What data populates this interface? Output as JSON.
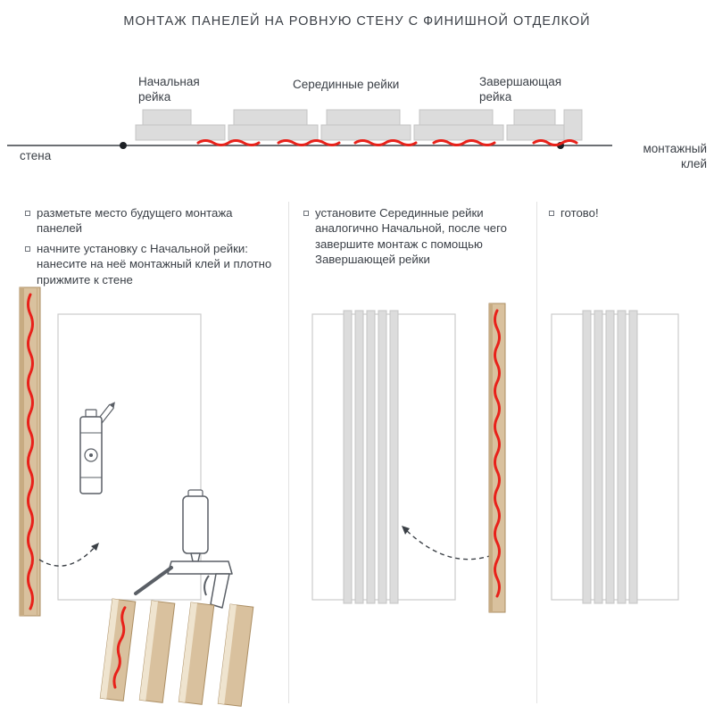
{
  "title": "МОНТАЖ ПАНЕЛЕЙ НА РОВНУЮ СТЕНУ С ФИНИШНОЙ ОТДЕЛКОЙ",
  "scheme": {
    "labels": {
      "start_rail": "Начальная рейка",
      "middle_rails": "Серединные рейки",
      "end_rail": "Завершающая рейка",
      "wall": "стена",
      "glue": "монтажный клей"
    },
    "colors": {
      "panel": "#dcdcdc",
      "panel_border": "#c4c4c4",
      "glue_red": "#e8211a",
      "wood": "#d9c19e",
      "wood_edge": "#ab8e63",
      "wall_line": "#3b4046",
      "outline_gray": "#cbcbcb"
    }
  },
  "steps": [
    {
      "bullets": [
        "разметьте место будущего монтажа панелей",
        "начните установку с Начальной рейки: нанесите на неё монтажный клей и плотно прижмите к стене"
      ]
    },
    {
      "bullets": [
        "установите Серединные рейки аналогично Начальной, после чего завершите монтаж с помощью Завершающей рейки"
      ]
    },
    {
      "bullets": [
        "готово!"
      ]
    }
  ]
}
